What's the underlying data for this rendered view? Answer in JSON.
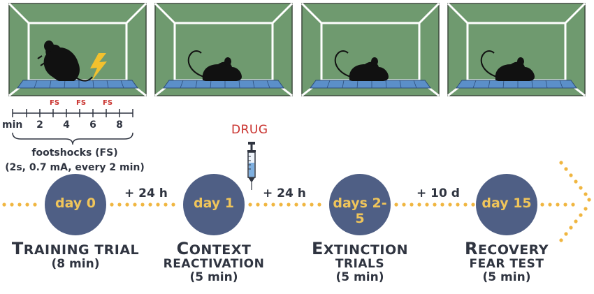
{
  "drug_label": "DRUG",
  "timeline": {
    "scale_label": "min",
    "ticks": [
      "2",
      "4",
      "6",
      "8"
    ],
    "fs_marks": [
      "FS",
      "FS",
      "FS"
    ],
    "brace_line1": "footshocks (FS)",
    "brace_line2": "(2s, 0.7 mA, every 2 min)"
  },
  "stages": [
    {
      "day": "day 0",
      "title_cap": "T",
      "title_rest": "RAINING TRIAL",
      "title_line2": "",
      "duration": "(8 min)"
    },
    {
      "day": "day 1",
      "title_cap": "C",
      "title_rest": "ONTEXT",
      "title_line2": "REACTIVATION",
      "duration": "(5 min)"
    },
    {
      "day": "days 2-5",
      "title_cap": "E",
      "title_rest": "XTINCTION",
      "title_line2": "TRIALS",
      "duration": "(5 min)"
    },
    {
      "day": "day 15",
      "title_cap": "R",
      "title_rest": "ECOVERY",
      "title_line2": "FEAR TEST",
      "duration": "(5 min)"
    }
  ],
  "intervals": [
    "+ 24 h",
    "+ 24 h",
    "+ 10 d"
  ],
  "colors": {
    "chamber_wall": "#6f9a6f",
    "chamber_edge": "#3d4a3d",
    "grid_floor": "#5b8fc9",
    "circle": "#4f5f85",
    "day_text": "#f0c55a",
    "dots": "#f0b640",
    "fs_red": "#c9302c",
    "title_text": "#2f3440"
  }
}
